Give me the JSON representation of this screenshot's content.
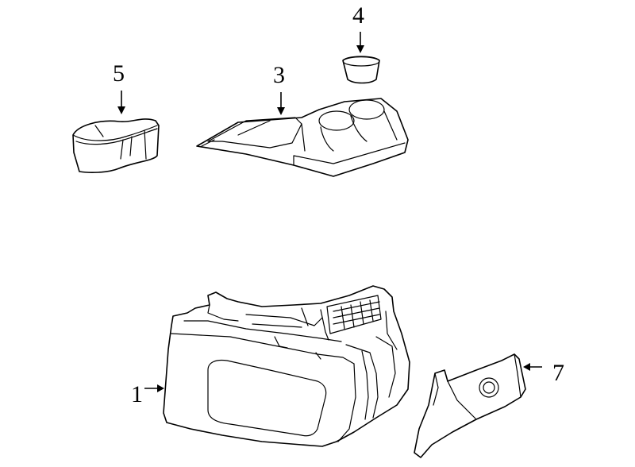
{
  "callouts": {
    "part_1": "1",
    "part_3": "3",
    "part_4": "4",
    "part_5": "5",
    "part_7": "7"
  },
  "parts": [
    {
      "callout": "1",
      "icon": "console-base-icon"
    },
    {
      "callout": "3",
      "icon": "console-top-panel-icon"
    },
    {
      "callout": "4",
      "icon": "cup-insert-icon"
    },
    {
      "callout": "5",
      "icon": "cup-holder-tray-icon"
    },
    {
      "callout": "7",
      "icon": "side-trim-panel-icon"
    }
  ]
}
